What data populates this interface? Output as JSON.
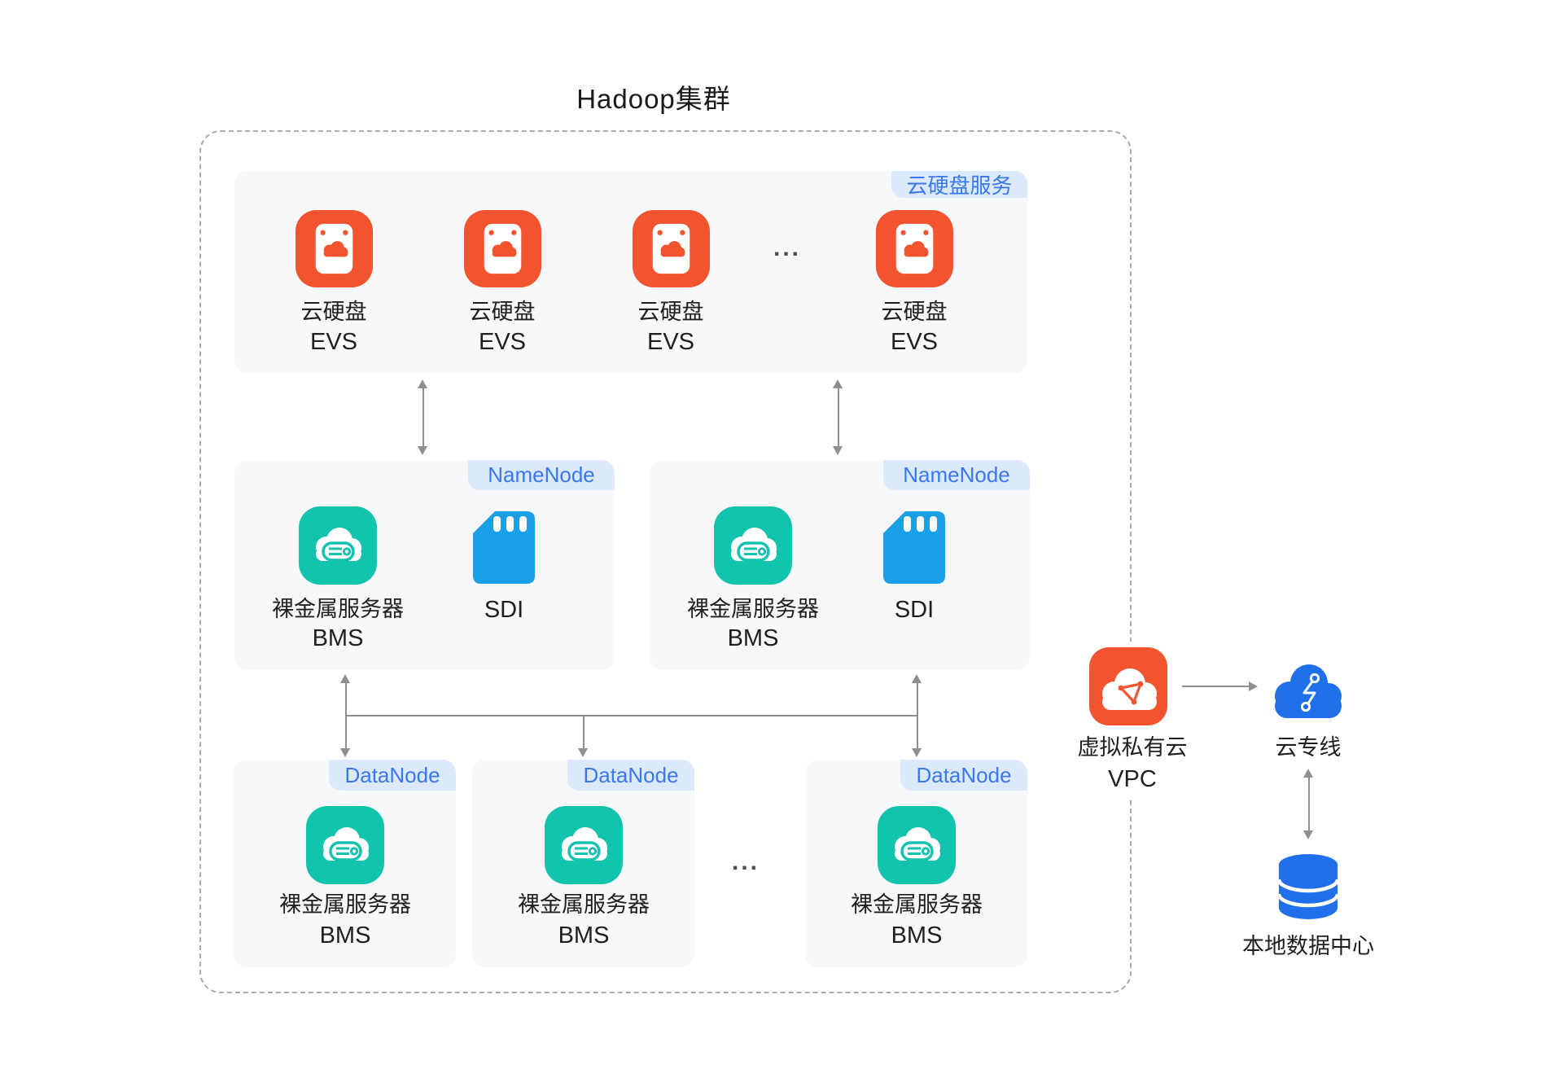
{
  "title": "Hadoop集群",
  "colors": {
    "orange": "#F2542F",
    "teal": "#12C3AE",
    "sdi_blue": "#1A9FE8",
    "deep_blue": "#2070EC",
    "badge_bg": "#DCE9FB",
    "badge_text": "#3A78F2",
    "panel_bg": "#F7F8FA",
    "line_gray": "#8F8F8F",
    "text": "#1F1F1F"
  },
  "evs": {
    "badge": "云硬盘服务",
    "ellipsis": "...",
    "items": [
      {
        "name": "云硬盘",
        "code": "EVS"
      },
      {
        "name": "云硬盘",
        "code": "EVS"
      },
      {
        "name": "云硬盘",
        "code": "EVS"
      },
      {
        "name": "云硬盘",
        "code": "EVS"
      }
    ]
  },
  "namenodes": [
    {
      "badge": "NameNode",
      "server": "裸金属服务器",
      "server_code": "BMS",
      "card": "SDI"
    },
    {
      "badge": "NameNode",
      "server": "裸金属服务器",
      "server_code": "BMS",
      "card": "SDI"
    }
  ],
  "datanodes": [
    {
      "badge": "DataNode",
      "server": "裸金属服务器",
      "server_code": "BMS"
    },
    {
      "badge": "DataNode",
      "server": "裸金属服务器",
      "server_code": "BMS"
    },
    {
      "badge": "DataNode",
      "server": "裸金属服务器",
      "server_code": "BMS"
    }
  ],
  "datanode_ellipsis": "...",
  "external": {
    "vpc": {
      "name": "虚拟私有云",
      "code": "VPC"
    },
    "direct_connect": {
      "name": "云专线"
    },
    "datacenter": {
      "name": "本地数据中心"
    }
  }
}
